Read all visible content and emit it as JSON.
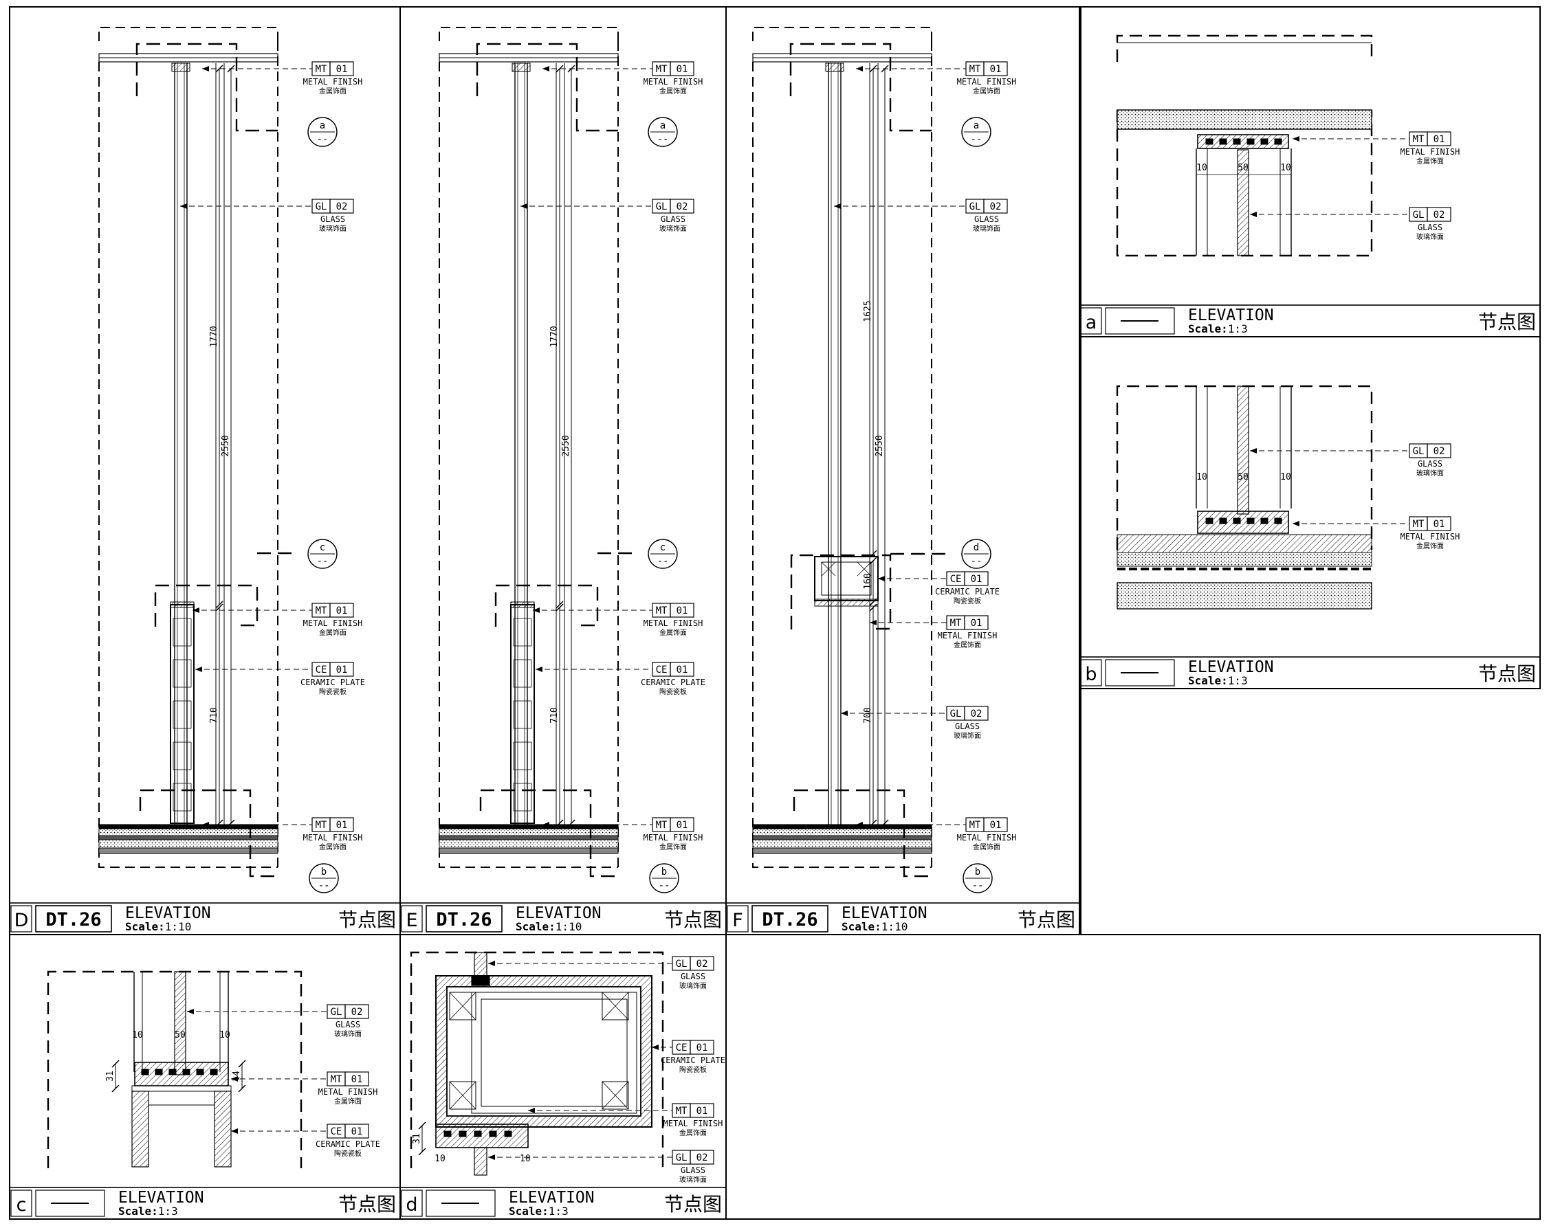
{
  "title_blocks": {
    "D": {
      "id": "D",
      "dt": "DT.26",
      "title": "ELEVATION",
      "scale_label": "Scale:",
      "scale": "1:10",
      "cn": "节点图"
    },
    "E": {
      "id": "E",
      "dt": "DT.26",
      "title": "ELEVATION",
      "scale_label": "Scale:",
      "scale": "1:10",
      "cn": "节点图"
    },
    "F": {
      "id": "F",
      "dt": "DT.26",
      "title": "ELEVATION",
      "scale_label": "Scale:",
      "scale": "1:10",
      "cn": "节点图"
    },
    "a": {
      "id": "a",
      "title": "ELEVATION",
      "scale_label": "Scale:",
      "scale": "1:3",
      "cn": "节点图"
    },
    "b": {
      "id": "b",
      "title": "ELEVATION",
      "scale_label": "Scale:",
      "scale": "1:3",
      "cn": "节点图"
    },
    "c": {
      "id": "c",
      "title": "ELEVATION",
      "scale_label": "Scale:",
      "scale": "1:3",
      "cn": "节点图"
    },
    "d": {
      "id": "d",
      "title": "ELEVATION",
      "scale_label": "Scale:",
      "scale": "1:3",
      "cn": "节点图"
    }
  },
  "materials": {
    "mt01": {
      "code": "MT",
      "num": "01",
      "name": "METAL FINISH",
      "cn": "金属饰面"
    },
    "gl02": {
      "code": "GL",
      "num": "02",
      "name": "GLASS",
      "cn": "玻璃饰面"
    },
    "ce01": {
      "code": "CE",
      "num": "01",
      "name": "CERAMIC PLATE",
      "cn": "陶瓷瓷板"
    }
  },
  "bubbles": {
    "a": "a",
    "b": "b",
    "c": "c",
    "d": "d",
    "sub": "--"
  },
  "dims": {
    "d_upper": "1770",
    "d_total": "2550",
    "d_lower": "710",
    "f_upper": "1625",
    "f_total": "2550",
    "f_mid": "160",
    "f_lower": "700",
    "side": "10",
    "core": "50",
    "small": "31",
    "small2": "14"
  }
}
